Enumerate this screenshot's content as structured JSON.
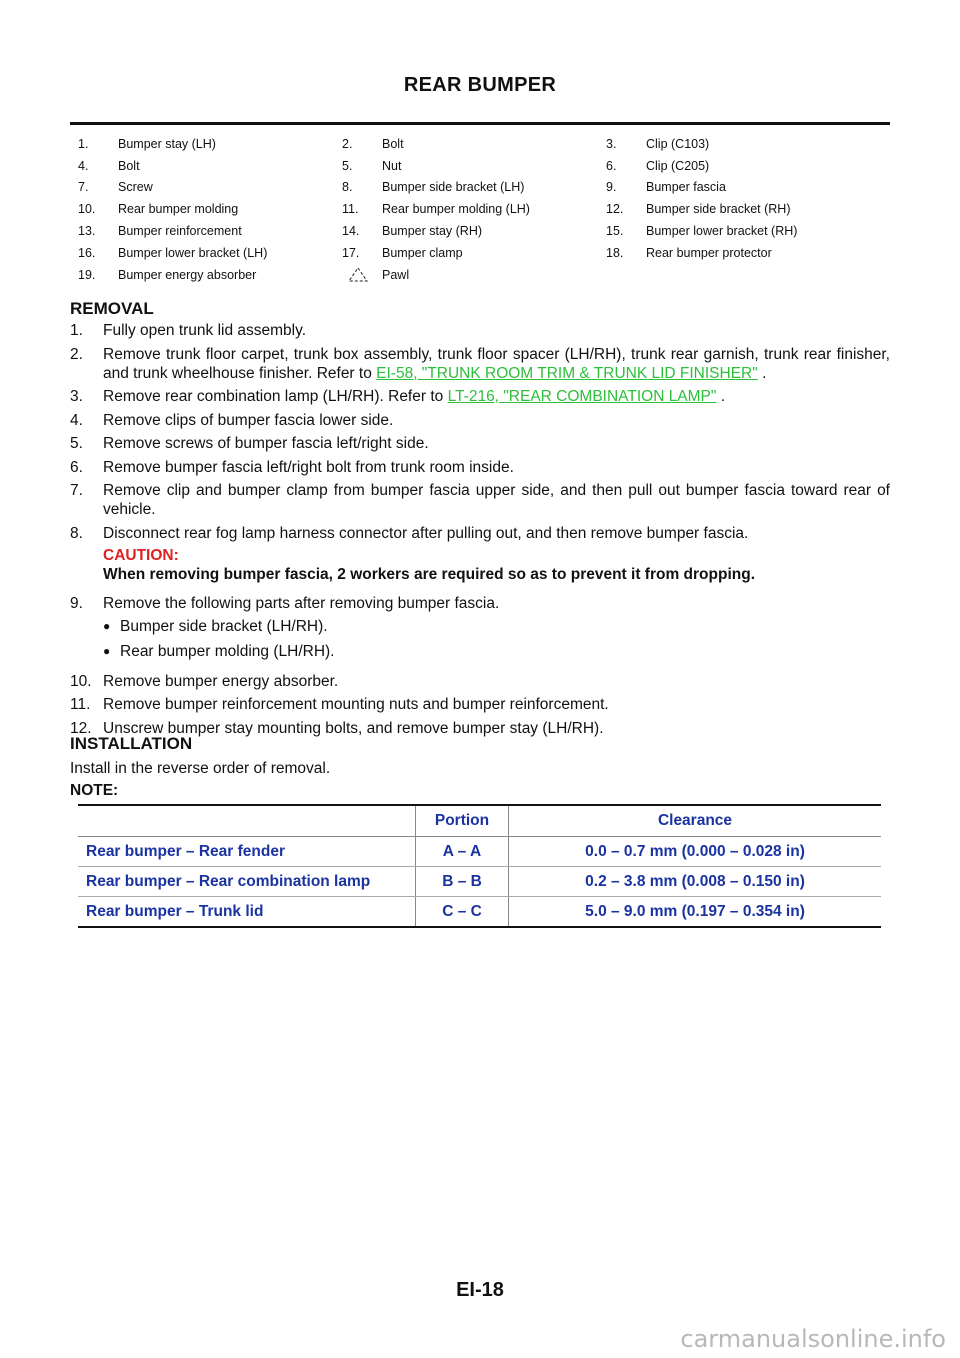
{
  "title": "REAR BUMPER",
  "legend": [
    {
      "num": "1.",
      "label": "Bumper stay (LH)"
    },
    {
      "num": "2.",
      "label": "Bolt"
    },
    {
      "num": "3.",
      "label": "Clip (C103)"
    },
    {
      "num": "4.",
      "label": "Bolt"
    },
    {
      "num": "5.",
      "label": "Nut"
    },
    {
      "num": "6.",
      "label": "Clip (C205)"
    },
    {
      "num": "7.",
      "label": "Screw"
    },
    {
      "num": "8.",
      "label": "Bumper side bracket (LH)"
    },
    {
      "num": "9.",
      "label": "Bumper fascia"
    },
    {
      "num": "10.",
      "label": "Rear bumper molding"
    },
    {
      "num": "11.",
      "label": "Rear bumper molding (LH)"
    },
    {
      "num": "12.",
      "label": "Bumper side bracket (RH)"
    },
    {
      "num": "13.",
      "label": "Bumper reinforcement"
    },
    {
      "num": "14.",
      "label": "Bumper stay (RH)"
    },
    {
      "num": "15.",
      "label": "Bumper lower bracket (RH)"
    },
    {
      "num": "16.",
      "label": "Bumper lower bracket (LH)"
    },
    {
      "num": "17.",
      "label": "Bumper clamp"
    },
    {
      "num": "18.",
      "label": "Rear bumper protector"
    },
    {
      "num": "19.",
      "label": "Bumper energy absorber"
    }
  ],
  "legend_pawl": {
    "icon": "pawl-icon",
    "label": "Pawl"
  },
  "removal": {
    "heading": "REMOVAL",
    "steps": [
      {
        "num": "1.",
        "text": "Fully open trunk lid assembly."
      },
      {
        "num": "2.",
        "text": "Remove trunk floor carpet, trunk box assembly, trunk floor spacer (LH/RH), trunk rear garnish, trunk rear finisher, and trunk wheelhouse finisher. Refer to ",
        "link": "EI-58, \"TRUNK ROOM TRIM & TRUNK LID FINISHER\"",
        "after": " ."
      },
      {
        "num": "3.",
        "text": "Remove rear combination lamp (LH/RH). Refer to ",
        "link": "LT-216, \"REAR COMBINATION LAMP\"",
        "after": " ."
      },
      {
        "num": "4.",
        "text": "Remove clips of bumper fascia lower side."
      },
      {
        "num": "5.",
        "text": "Remove screws of bumper fascia left/right side."
      },
      {
        "num": "6.",
        "text": "Remove bumper fascia left/right bolt from trunk room inside."
      },
      {
        "num": "7.",
        "text": "Remove clip and bumper clamp from bumper fascia upper side, and then pull out bumper fascia toward rear of vehicle."
      },
      {
        "num": "8.",
        "text": "Disconnect rear fog lamp harness connector after pulling out, and then remove bumper fascia."
      },
      {
        "num": "9.",
        "text": "Remove the following parts after removing bumper fascia."
      },
      {
        "num": "10.",
        "text": "Remove bumper energy absorber."
      },
      {
        "num": "11.",
        "text": "Remove bumper reinforcement mounting nuts and bumper reinforcement."
      },
      {
        "num": "12.",
        "text": "Unscrew bumper stay mounting bolts, and remove bumper stay (LH/RH)."
      }
    ],
    "caution_label": "CAUTION:",
    "caution_text": "When removing bumper fascia, 2 workers are required so as to prevent it from dropping.",
    "bullets": [
      "Bumper side bracket (LH/RH).",
      "Rear bumper molding (LH/RH)."
    ]
  },
  "installation": {
    "heading": "INSTALLATION",
    "text": "Install in the reverse order of removal.",
    "note_label": "NOTE:"
  },
  "clearance_table": {
    "headers": [
      "",
      "Portion",
      "Clearance"
    ],
    "rows": [
      [
        "Rear bumper – Rear fender",
        "A – A",
        "0.0 – 0.7 mm (0.000 – 0.028 in)"
      ],
      [
        "Rear bumper – Rear combination lamp",
        "B – B",
        "0.2 – 3.8 mm (0.008 – 0.150 in)"
      ],
      [
        "Rear bumper – Trunk lid",
        "C – C",
        "5.0 – 9.0 mm (0.197 – 0.354 in)"
      ]
    ],
    "text_color": "#1a33a0"
  },
  "page_number": "EI-18",
  "watermark": "carmanualsonline.info",
  "colors": {
    "link": "#2bbf3a",
    "caution": "#dd2222",
    "table_text": "#1a33a0"
  }
}
